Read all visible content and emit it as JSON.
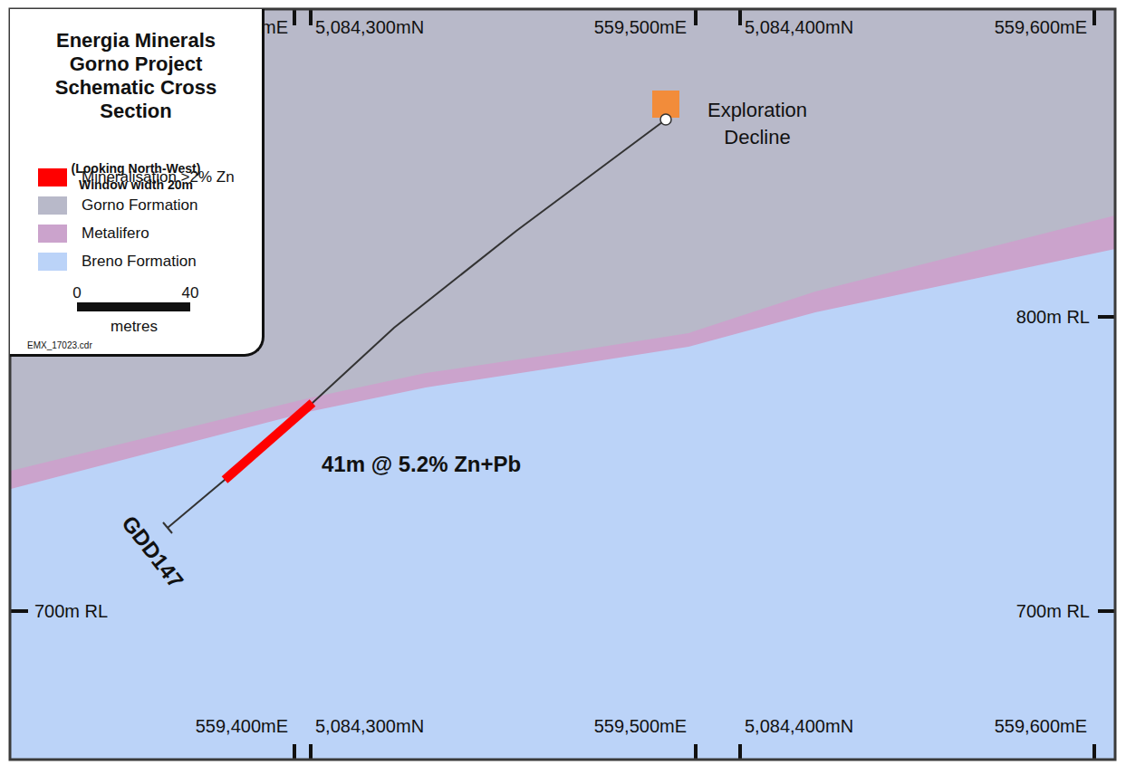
{
  "diagram": {
    "title": "Energia Minerals Gorno Project Schematic Cross Section",
    "nodes": [
      {
        "text": [
          "Exploration Decline"
        ]
      }
    ],
    "labels": [
      "(Looking North-West)",
      "Window width 20m",
      "0",
      "40",
      "metres",
      "EMX_17023.cdr",
      "mE",
      "5,084,300mN",
      "559,500mE",
      "5,084,400mN",
      "559,600mE",
      "559,400mE",
      "5,084,300mN",
      "559,500mE",
      "5,084,400mN",
      "559,600mE",
      "800m RL",
      "700m RL",
      "700m RL",
      "41m @ 5.2% Zn+Pb",
      "GDD147"
    ],
    "legend": [
      {
        "text": "Mineralisation >2% Zn",
        "color": "#ff0000"
      },
      {
        "text": "Gorno Formation",
        "color": "#b8b9c9"
      },
      {
        "text": "Metalifero",
        "color": "#cba3cc"
      },
      {
        "text": "Breno Formation",
        "color": "#bbd3f8"
      }
    ]
  }
}
